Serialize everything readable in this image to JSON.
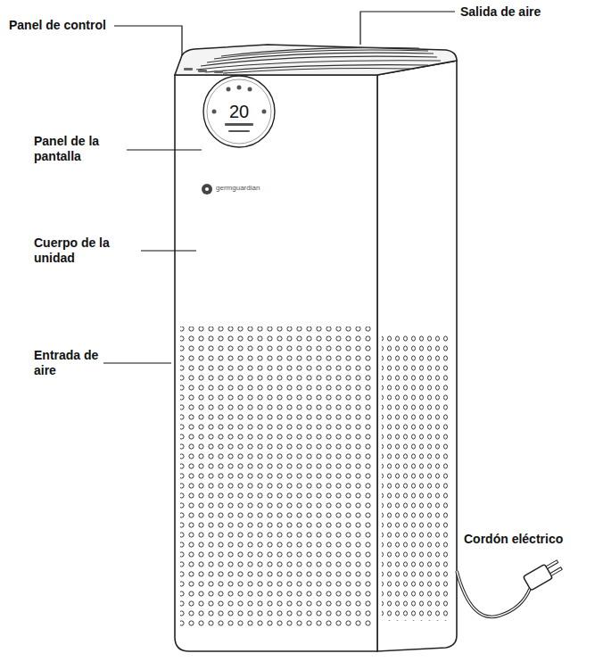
{
  "diagram": {
    "labels": [
      "Panel de control",
      "Salida de aire",
      "Panel de la pantalla",
      "Cuerpo de la unidad",
      "Entrada de aire",
      "Cordón eléctrico",
      "20",
      "germguardian"
    ]
  }
}
